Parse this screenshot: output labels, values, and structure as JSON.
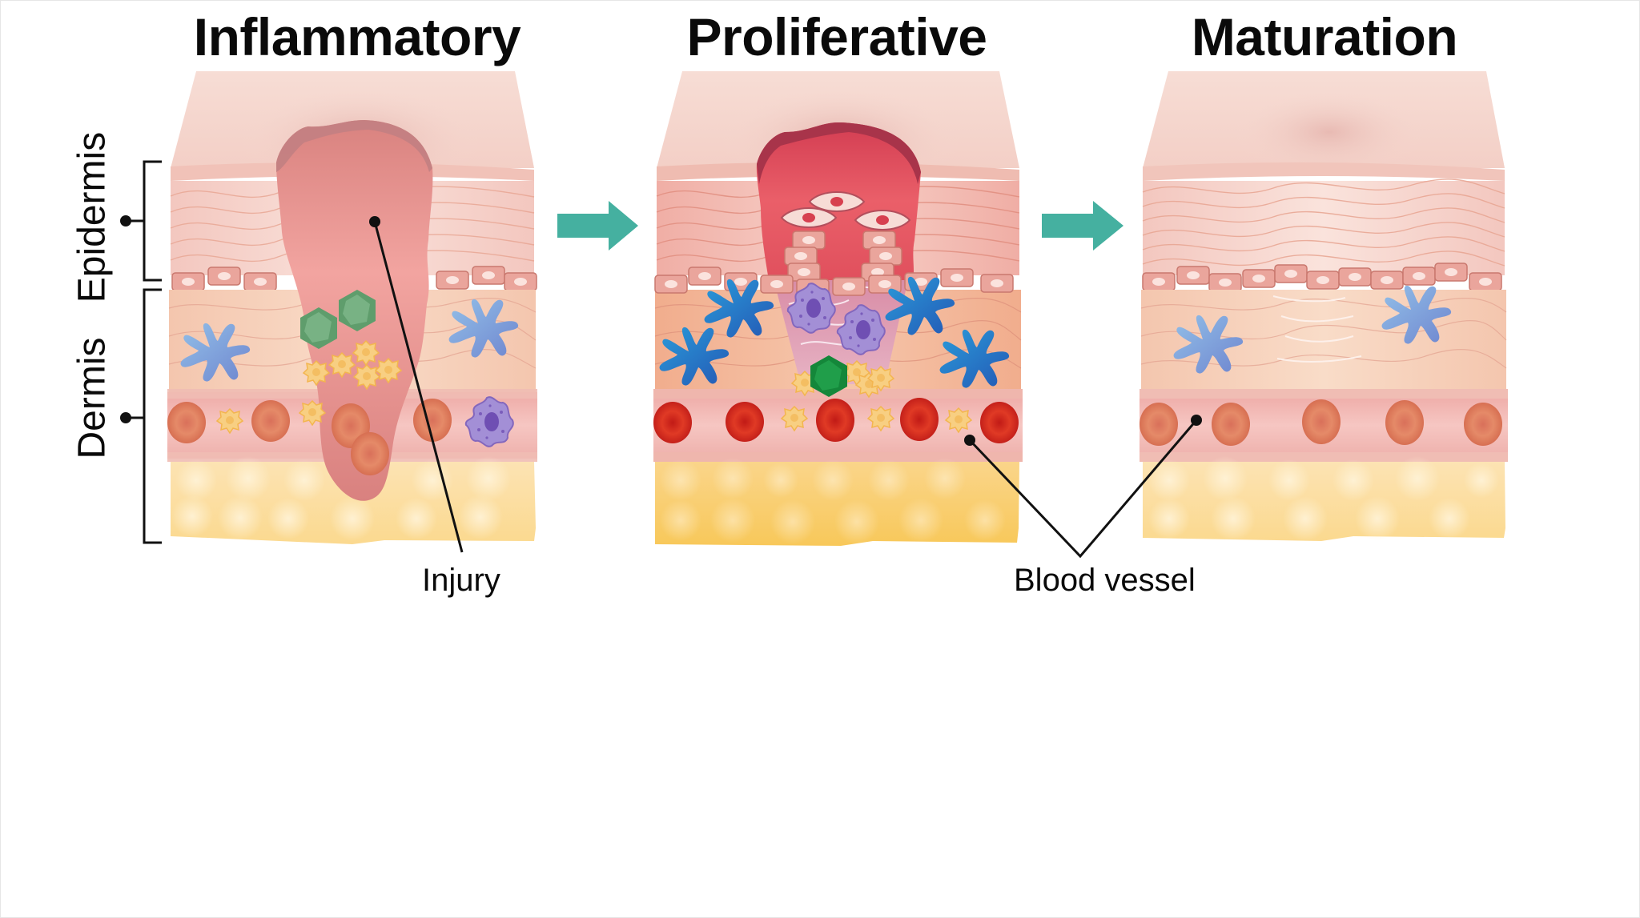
{
  "figure": {
    "stages": [
      {
        "id": "inflammatory",
        "title": "Inflammatory"
      },
      {
        "id": "proliferative",
        "title": "Proliferative"
      },
      {
        "id": "maturation",
        "title": "Maturation"
      }
    ],
    "layer_labels": {
      "epidermis": "Epidermis",
      "dermis": "Dermis"
    },
    "callouts": {
      "injury": "Injury",
      "blood_vessel": "Blood vessel"
    },
    "colors": {
      "arrow": "#45B0A0",
      "text": "#0a0a0a",
      "epidermis": "#f6d3cc",
      "dermis": "#f7d2bd",
      "vessel": "#f2b9b3",
      "fat": "#fbd98f",
      "wound_inflammatory": "#e99895",
      "wound_proliferative": "#d9394f",
      "macrophage": "#3b86d0",
      "neutrophil_purple": "#8f78c6",
      "platelet": "#f7c66e",
      "green_cell": "#5fa36f",
      "rbc_inflammatory": "#e58a68",
      "rbc_proliferative": "#d92b1f"
    }
  }
}
